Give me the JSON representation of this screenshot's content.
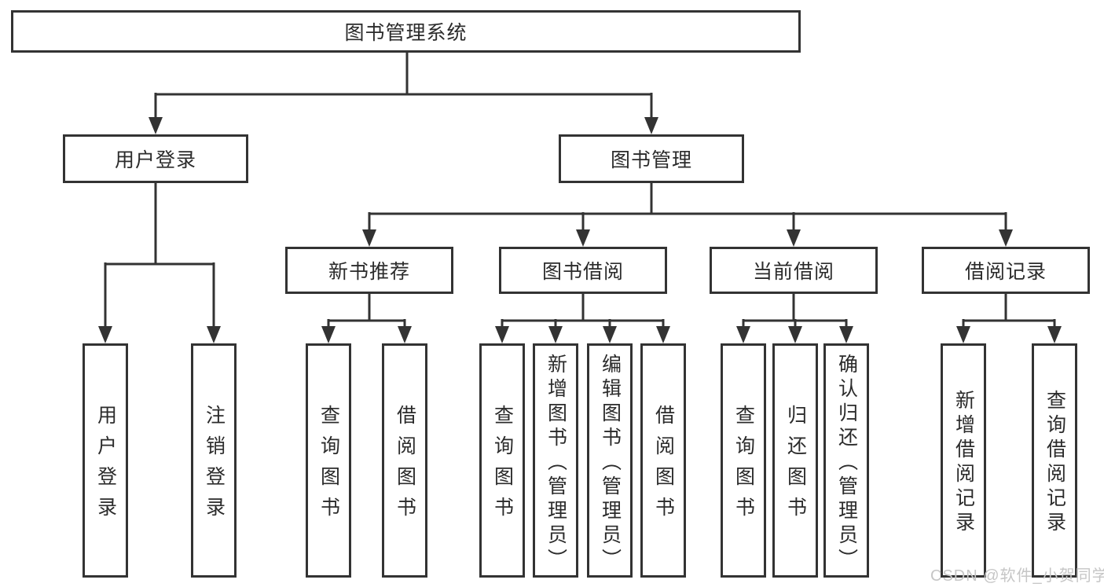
{
  "diagram_type": "tree-hierarchy",
  "colors": {
    "line": "#333333",
    "box_border": "#333333",
    "box_background": "#ffffff",
    "text": "#2b2b2b",
    "watermark": "#c6c6c6"
  },
  "nodes": {
    "root": {
      "label": "图书管理系统"
    },
    "level2": [
      {
        "label": "用户登录"
      },
      {
        "label": "图书管理"
      }
    ],
    "level3": [
      {
        "label": "新书推荐",
        "parent": "图书管理"
      },
      {
        "label": "图书借阅",
        "parent": "图书管理"
      },
      {
        "label": "当前借阅",
        "parent": "图书管理"
      },
      {
        "label": "借阅记录",
        "parent": "图书管理"
      }
    ]
  },
  "leaves": [
    {
      "label": "用户登录",
      "parent": "用户登录"
    },
    {
      "label": "注销登录",
      "parent": "用户登录"
    },
    {
      "label": "查询图书",
      "parent": "新书推荐"
    },
    {
      "label": "借阅图书",
      "parent": "新书推荐"
    },
    {
      "label": "查询图书",
      "parent": "图书借阅"
    },
    {
      "label": "新增图书（管理员）",
      "parent": "图书借阅"
    },
    {
      "label": "编辑图书（管理员）",
      "parent": "图书借阅"
    },
    {
      "label": "借阅图书",
      "parent": "图书借阅"
    },
    {
      "label": "查询图书",
      "parent": "当前借阅"
    },
    {
      "label": "归还图书",
      "parent": "当前借阅"
    },
    {
      "label": "确认归还（管理员）",
      "parent": "当前借阅"
    },
    {
      "label": "新增借阅记录",
      "parent": "借阅记录"
    },
    {
      "label": "查询借阅记录",
      "parent": "借阅记录"
    }
  ],
  "watermark": {
    "text": "CSDN @软件_小贺同学"
  }
}
